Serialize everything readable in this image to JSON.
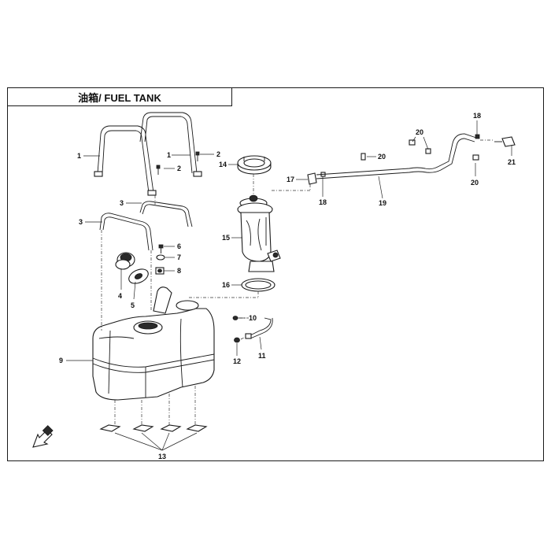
{
  "title": "油箱/ FUEL TANK",
  "callouts": [
    "1",
    "2",
    "1",
    "2",
    "3",
    "3",
    "4",
    "5",
    "6",
    "7",
    "8",
    "9",
    "10",
    "11",
    "12",
    "13",
    "14",
    "15",
    "16",
    "17",
    "18",
    "18",
    "19",
    "20",
    "20",
    "20",
    "21"
  ]
}
